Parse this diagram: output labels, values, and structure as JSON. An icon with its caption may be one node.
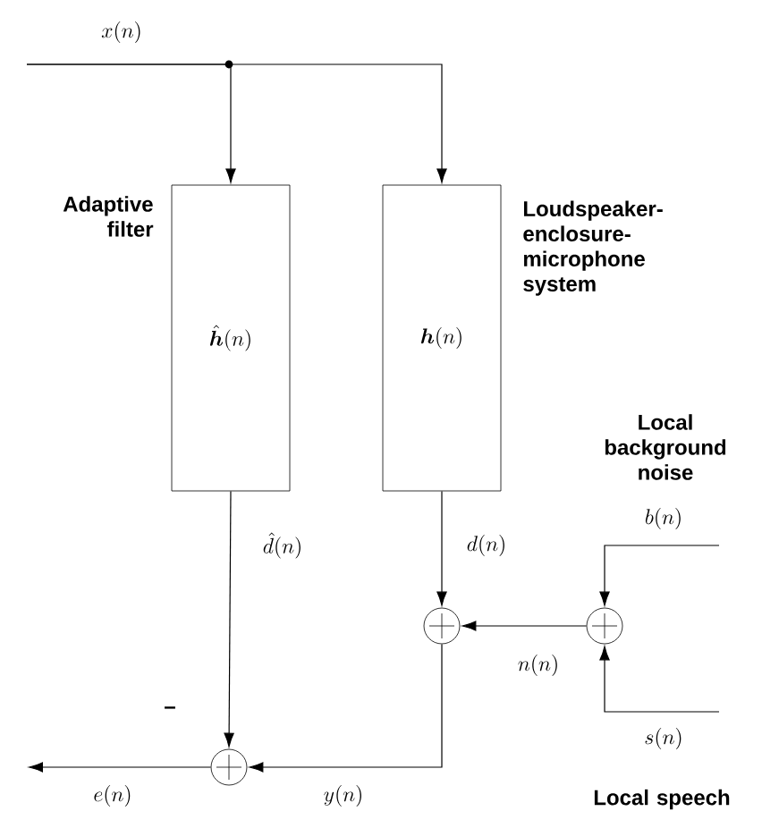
{
  "diagram": {
    "nodes": [
      {
        "text": [
          "\\hat{\\boldsymbol{h}}(n)"
        ],
        "beside": [
          "Adaptive filter"
        ]
      },
      {
        "text": [
          "\\boldsymbol{h}(n)"
        ],
        "beside": [
          "Loudspeaker-enclosure-microphone system"
        ]
      },
      {
        "text": [],
        "shape": "circle"
      },
      {
        "text": [],
        "shape": "circle"
      },
      {
        "text": [],
        "shape": "circle"
      }
    ],
    "edges": [
      {
        "from": null,
        "to": 0,
        "arrow": "to",
        "label": "x(n)"
      },
      {
        "from": null,
        "to": 1,
        "arrow": "to"
      },
      {
        "from": 0,
        "to": 4,
        "arrow": "to",
        "label": "\\hat{d}(n)"
      },
      {
        "from": 1,
        "to": 2,
        "arrow": "to",
        "label": "d(n)"
      },
      {
        "from": null,
        "to": 3,
        "arrow": "to",
        "label": "b(n)"
      },
      {
        "from": null,
        "to": 3,
        "arrow": "to",
        "label": "s(n)"
      },
      {
        "from": 3,
        "to": 2,
        "arrow": "to",
        "label": "n(n)"
      },
      {
        "from": 2,
        "to": 4,
        "arrow": "to",
        "label": "y(n)"
      },
      {
        "from": 4,
        "to": null,
        "arrow": "to",
        "label": "e(n)"
      }
    ],
    "labels": [
      "Local background noise",
      "–",
      "Local speech"
    ]
  }
}
